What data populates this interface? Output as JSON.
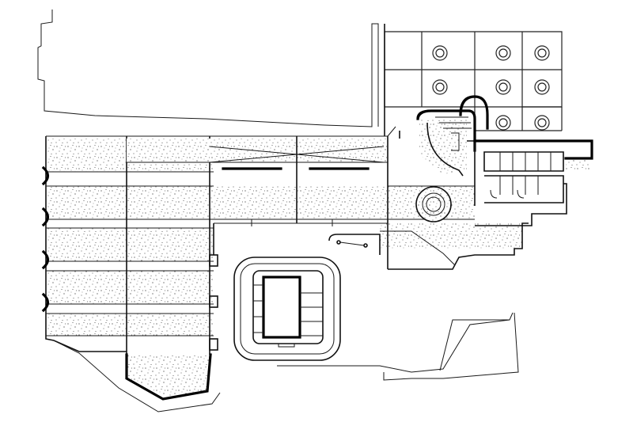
{
  "drawing": {
    "kind": "architectural floor plan",
    "style": "black ink line drawing on white",
    "colors": {
      "ink": "#111111",
      "paper": "#ffffff",
      "stipple": "#333333"
    }
  },
  "elements": {
    "parking_deck": {
      "floor_bands": 6,
      "column_bays": 4
    },
    "atrium_grid": {
      "rows": 3,
      "columns": 4,
      "tree_icon": "circle-tree-icon"
    },
    "central_building": {
      "stair_steps": 4
    },
    "restrooms": {
      "stall_rows": 2
    }
  }
}
